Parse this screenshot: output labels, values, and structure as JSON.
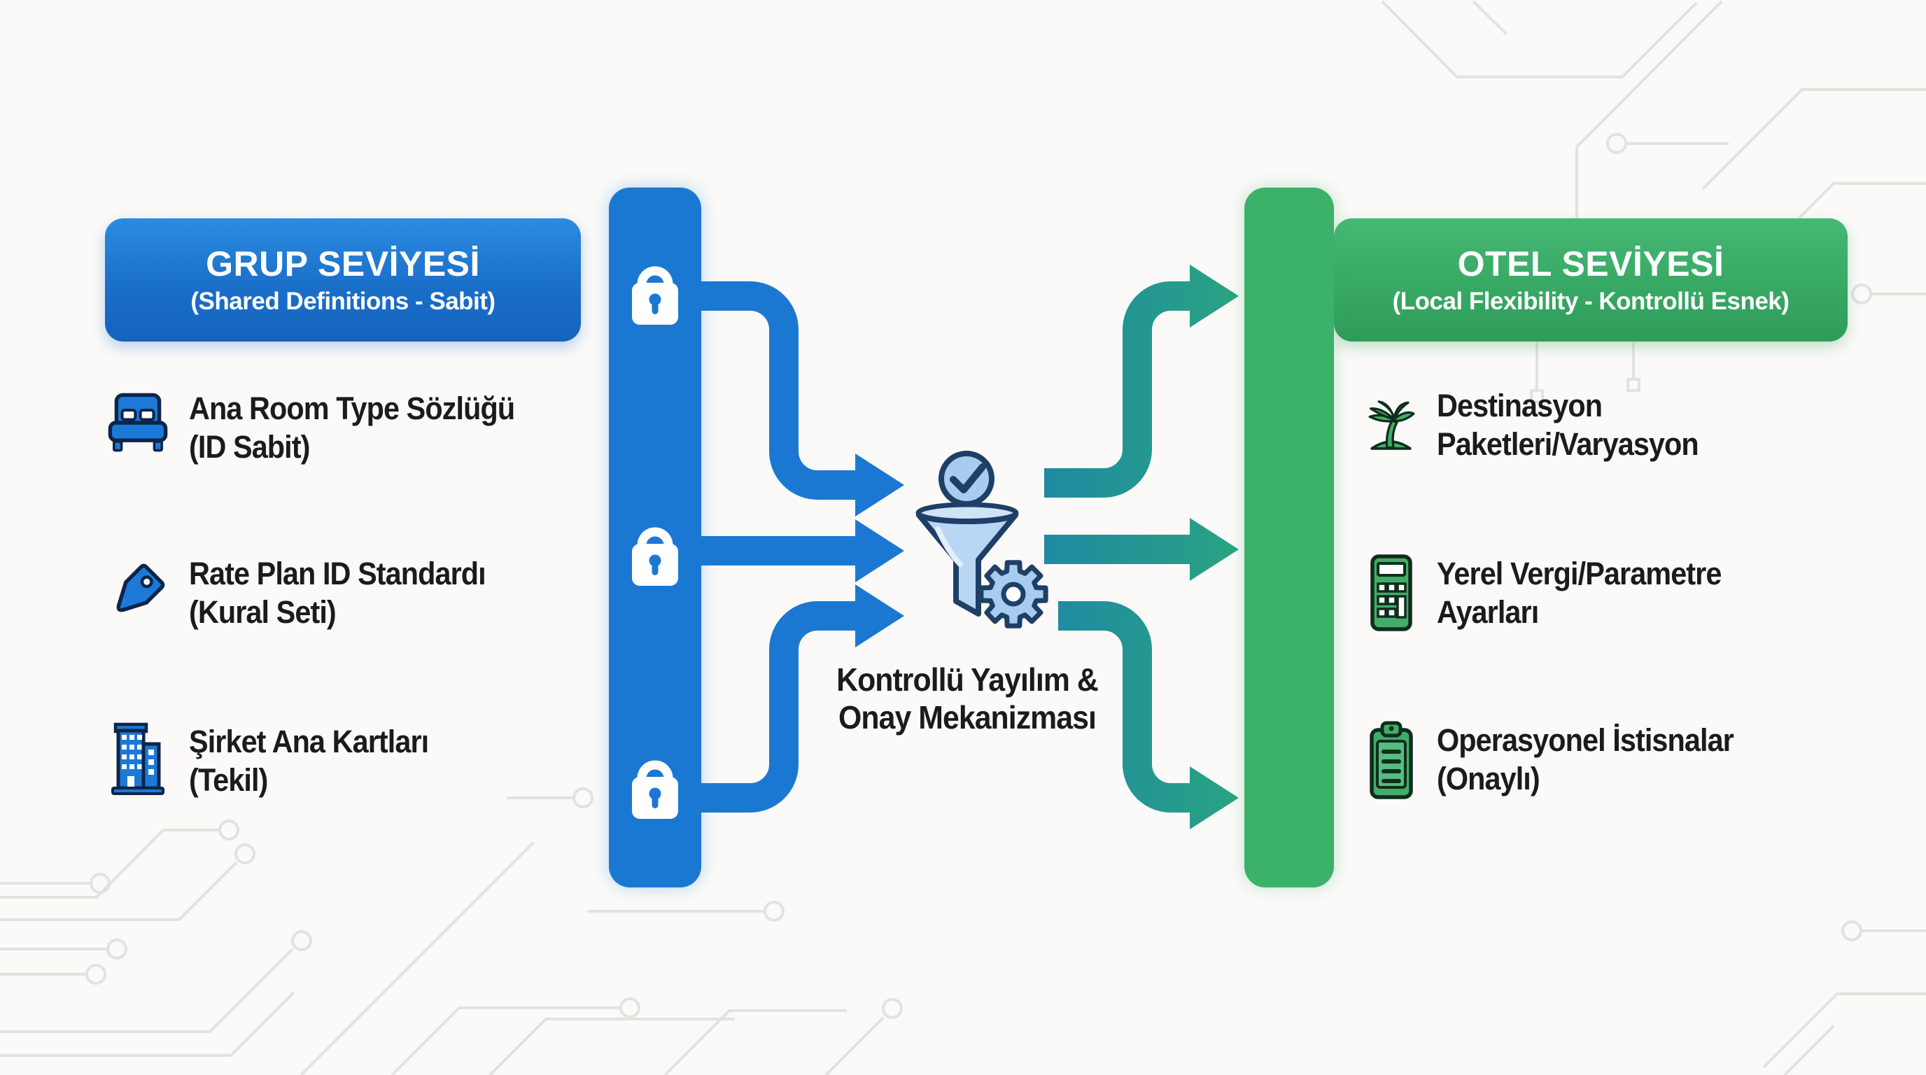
{
  "left": {
    "header": {
      "title": "GRUP SEVİYESİ",
      "subtitle": "(Shared Definitions - Sabit)"
    },
    "items": [
      {
        "icon": "bed-icon",
        "line1": "Ana Room Type Sözlüğü",
        "line2": "(ID Sabit)"
      },
      {
        "icon": "tag-icon",
        "line1": "Rate Plan ID Standardı",
        "line2": "(Kural Seti)"
      },
      {
        "icon": "building-icon",
        "line1": "Şirket Ana Kartları",
        "line2": "(Tekil)"
      }
    ],
    "rail_icons": [
      "lock-icon",
      "lock-icon",
      "lock-icon"
    ]
  },
  "center": {
    "icons": [
      "check-circle-icon",
      "funnel-icon",
      "gear-icon"
    ],
    "label_line1": "Kontrollü Yayılım &",
    "label_line2": "Onay Mekanizması"
  },
  "right": {
    "header": {
      "title": "OTEL SEVİYESİ",
      "subtitle": "(Local Flexibility - Kontrollü Esnek)"
    },
    "items": [
      {
        "icon": "palm-tree-icon",
        "line1": "Destinasyon",
        "line2": "Paketleri/Varyasyon"
      },
      {
        "icon": "calculator-icon",
        "line1": "Yerel Vergi/Parametre",
        "line2": "Ayarları"
      },
      {
        "icon": "clipboard-icon",
        "line1": "Operasyonel İstisnalar",
        "line2": "(Onaylı)"
      }
    ]
  },
  "colors": {
    "background": "#fbfaf8",
    "blue": "#1b78d2",
    "blue_header_top": "#2b8ce2",
    "blue_header_bottom": "#1563bd",
    "green": "#3cb169",
    "green_header_top": "#46b873",
    "green_header_bottom": "#2e9c58",
    "teal_arrow_start": "#1d86a8",
    "teal_arrow_end": "#2aa57f",
    "icon_light_blue": "#a8cbf0",
    "icon_outline_navy": "#1e3f66",
    "text": "#1b1b1d",
    "circuit_line": "#e4e2de"
  }
}
